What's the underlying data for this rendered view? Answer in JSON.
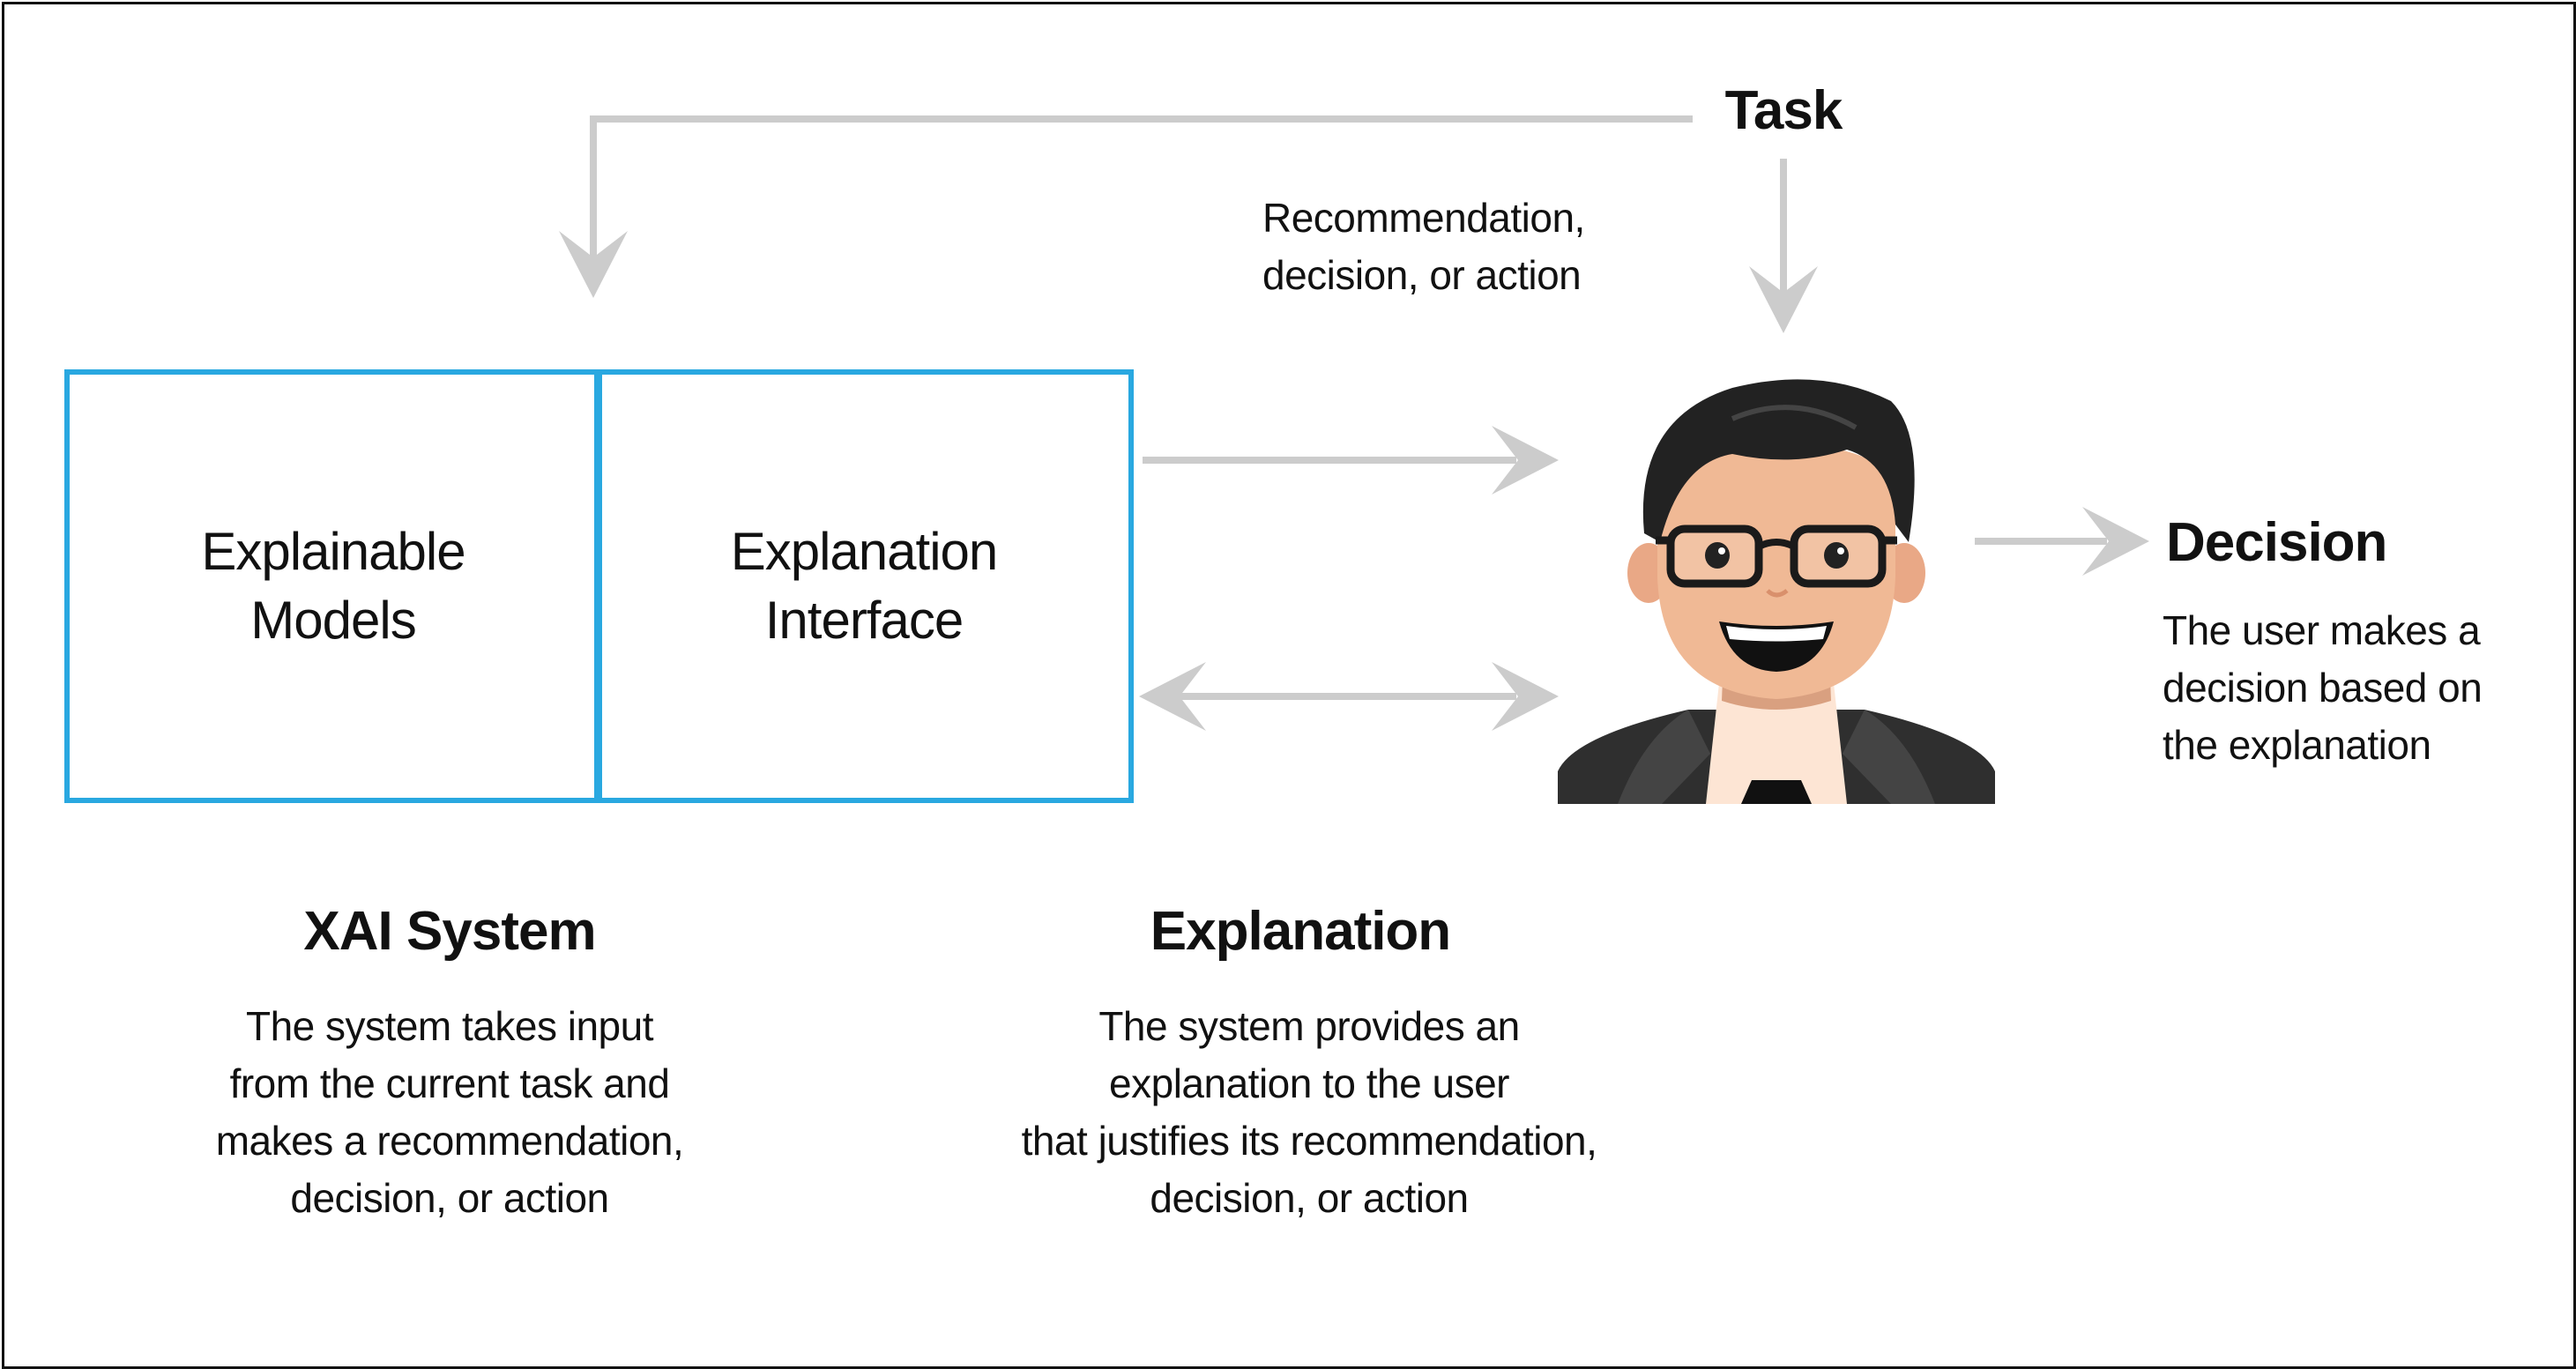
{
  "colors": {
    "box_border": "#29a8e0",
    "arrow": "#cccccc",
    "text": "#111111",
    "skin": "#f0b995",
    "hair": "#222222",
    "suit": "#2f2f2f",
    "shirt": "#fde5d4"
  },
  "system_box": {
    "left_panel": "Explainable\nModels",
    "right_panel": "Explanation\nInterface"
  },
  "task": {
    "title": "Task",
    "arrow_label": "Recommendation,\ndecision, or action"
  },
  "xai_system": {
    "title": "XAI System",
    "description": "The system takes input\nfrom the current task and\nmakes a recommendation,\ndecision, or action"
  },
  "explanation": {
    "title": "Explanation",
    "description": "The system provides an\nexplanation to the user\nthat justifies its recommendation,\ndecision, or action"
  },
  "decision": {
    "title": "Decision",
    "description": "The user makes a\ndecision based on\nthe explanation"
  },
  "user_icon": "user-avatar-icon"
}
